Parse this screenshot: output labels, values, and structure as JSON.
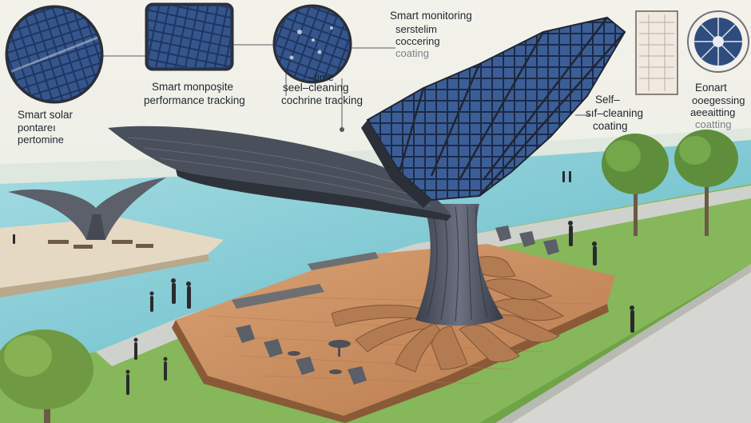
{
  "labels": {
    "smart_solar": "Smart   solar",
    "solar_line2": "pontareı",
    "solar_line3": "pertomine",
    "smart_monpo": "Smart monpoşite",
    "performance": "performance tracking",
    "time": "–time",
    "self_cleaning": "seel–cleaning",
    "cochrine": "cochrine tracking",
    "smart_monitoring": "Smart monitoring",
    "monitoring_line2": "serstelim",
    "monitoring_line3": "coccering",
    "monitoring_line4": "coating",
    "self_cleaning_right_1": "Self–",
    "self_cleaning_right_2": "sıf–cleaning",
    "self_cleaning_right_3": "coating",
    "eonart": "Eonart",
    "eonart_line2": "ooegessing",
    "eonart_line3": "aeeaitting",
    "eonart_line4": "coatting"
  },
  "colors": {
    "sky": "#eef0e8",
    "water": "#8fd0d8",
    "deck": "#c98d60",
    "grass": "#7fb152",
    "canopy": "#4a4f5c",
    "panel": "#2f4a78",
    "road": "#dcdcd8"
  }
}
